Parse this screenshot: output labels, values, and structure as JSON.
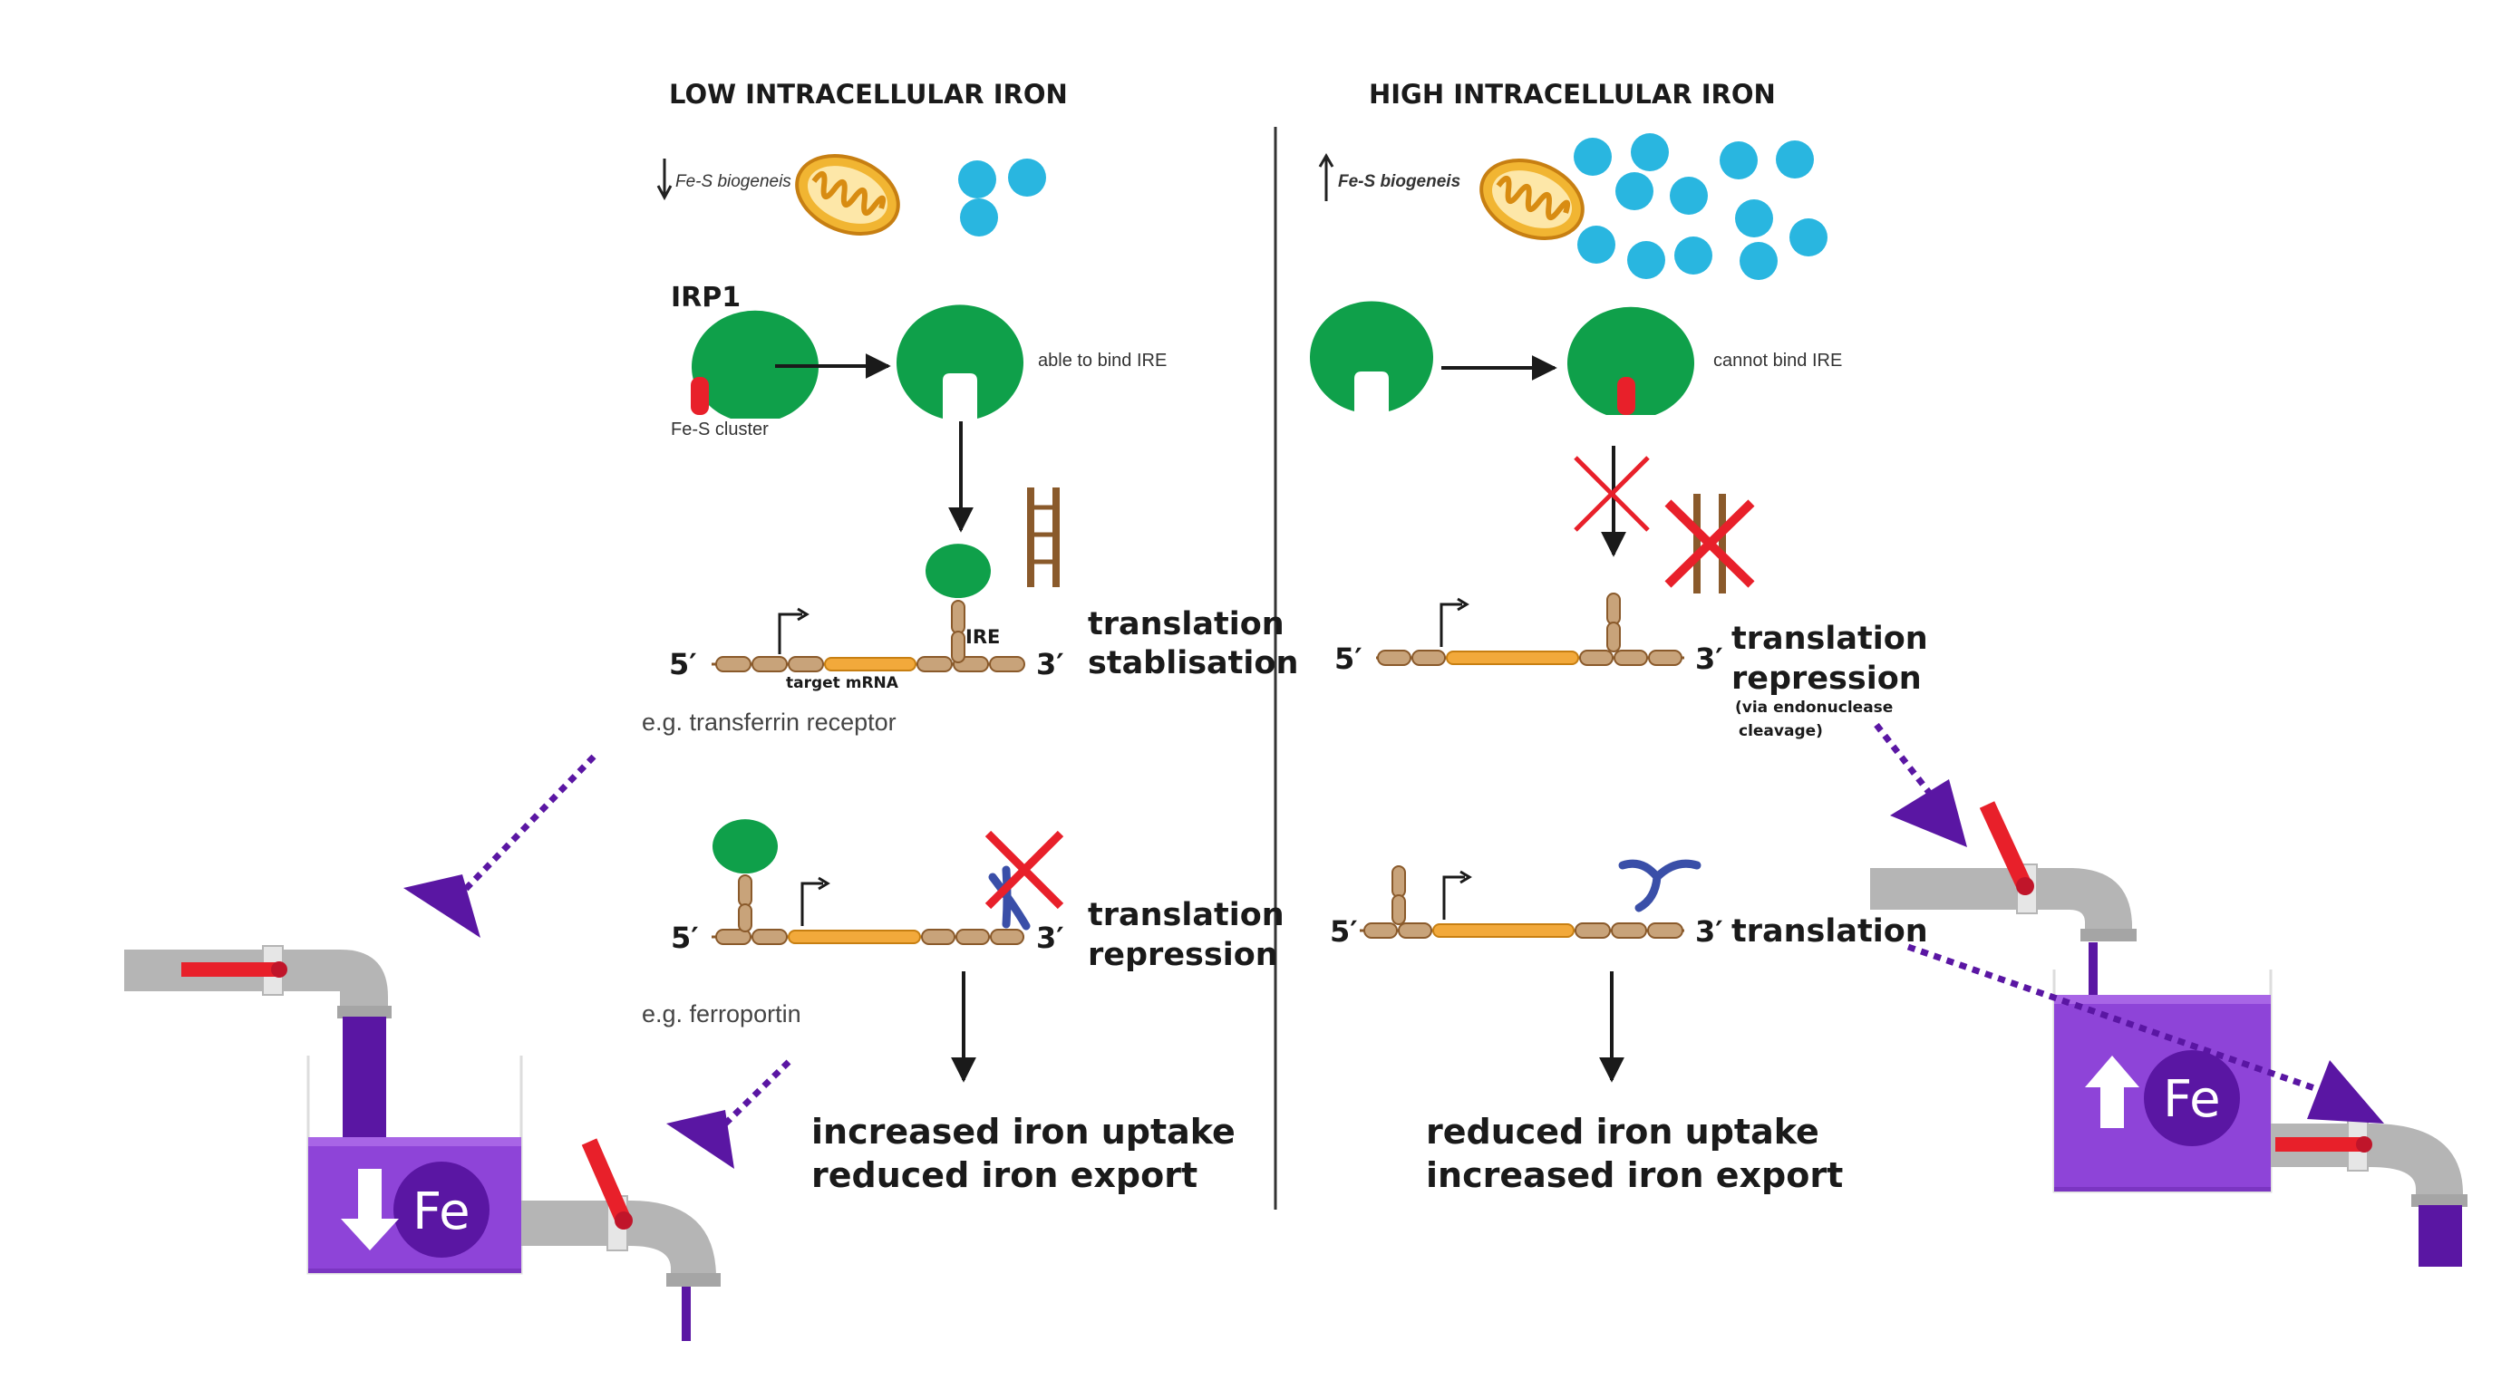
{
  "headers": {
    "low": "LOW INTRACELLULAR IRON",
    "high": "HIGH INTRACELLULAR IRON"
  },
  "fes": {
    "low": "Fe-S biogeneis",
    "high": "Fe-S biogeneis"
  },
  "irp1": {
    "label": "IRP1",
    "cluster": "Fe-S cluster",
    "able": "able to bind IRE",
    "cannot": "cannot bind IRE"
  },
  "mrna": {
    "five": "5′",
    "three": "3′",
    "target": "target mRNA",
    "ire": "IRE"
  },
  "low": {
    "stab1": "translation",
    "stab2": "stablisation",
    "eg1": "e.g. transferrin receptor",
    "rep1": "translation",
    "rep2": "repression",
    "eg2": "e.g. ferroportin",
    "out1": "increased iron uptake",
    "out2": "reduced iron export"
  },
  "high": {
    "rep1": "translation",
    "rep2": "repression",
    "via1": "(via endonuclease",
    "via2": "cleavage)",
    "trans": "translation",
    "out1": "reduced iron uptake",
    "out2": "increased iron export"
  },
  "fe_label": "Fe",
  "colors": {
    "irp": "#0fa04a",
    "fes": "#e8202a",
    "mrna": "#c8a37a",
    "orf": "#f2a93b",
    "tank": "#8e44d8",
    "pipe": "#b5b5b5",
    "valve": "#e8202a",
    "arrow": "#5a16a3",
    "iron": "#29b6e0"
  }
}
